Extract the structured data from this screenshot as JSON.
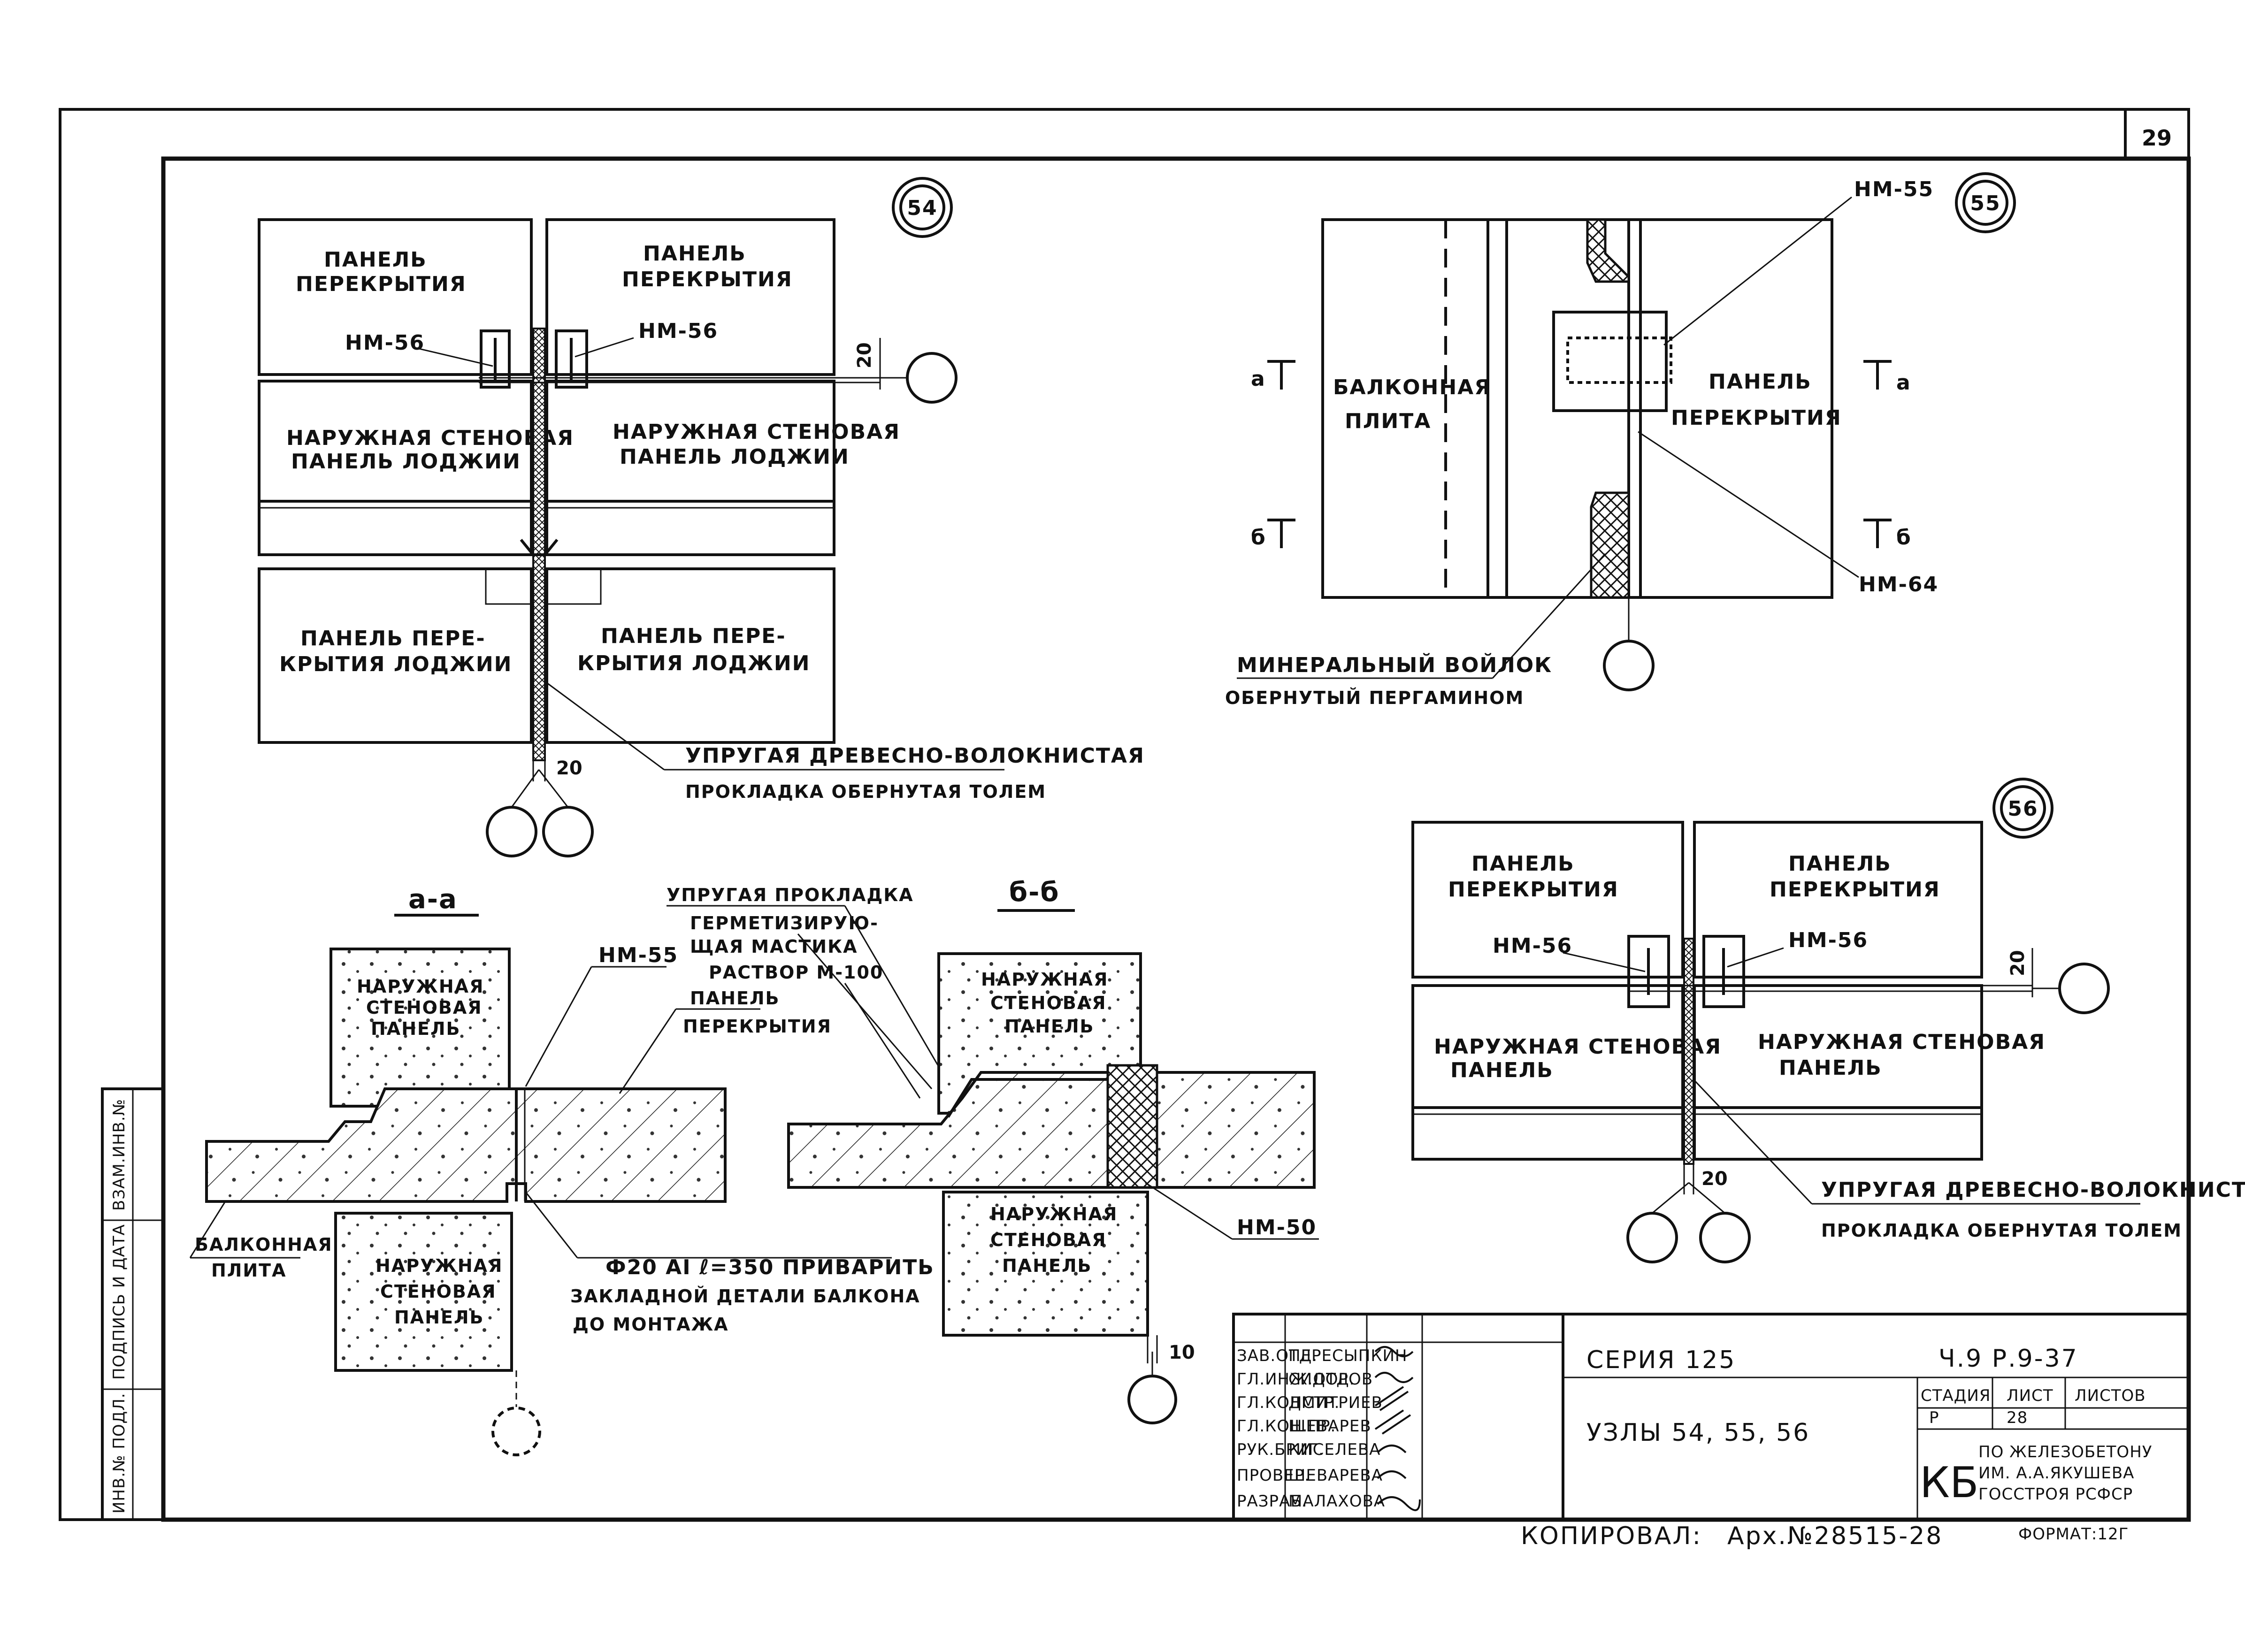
{
  "sheet": {
    "page_number": "29"
  },
  "node54": {
    "marker": "54",
    "panel_tl": [
      "ПАНЕЛЬ",
      "ПЕРЕКРЫТИЯ"
    ],
    "panel_tr": [
      "ПАНЕЛЬ",
      "ПЕРЕКРЫТИЯ"
    ],
    "nm_left": "НМ-56",
    "nm_right": "НМ-56",
    "wall_left": [
      "НАРУЖНАЯ СТЕНОВАЯ",
      "ПАНЕЛЬ ЛОДЖИИ"
    ],
    "wall_right": [
      "НАРУЖНАЯ СТЕНОВАЯ",
      "ПАНЕЛЬ ЛОДЖИИ"
    ],
    "slab_left": [
      "ПАНЕЛЬ ПЕРЕ-",
      "КРЫТИЯ ЛОДЖИИ"
    ],
    "slab_right": [
      "ПАНЕЛЬ ПЕРЕ-",
      "КРЫТИЯ ЛОДЖИИ"
    ],
    "dim_side": "20",
    "dim_bottom": "20",
    "note": [
      "УПРУГАЯ ДРЕВЕСНО-ВОЛОКНИСТАЯ",
      "ПРОКЛАДКА ОБЕРНУТАЯ ТОЛЕМ"
    ]
  },
  "node55": {
    "marker": "55",
    "balcony": [
      "БАЛКОННАЯ",
      "ПЛИТА"
    ],
    "panel": [
      "ПАНЕЛЬ",
      "ПЕРЕКРЫТИЯ"
    ],
    "nm_top": "НМ-55",
    "nm_bottom": "НМ-64",
    "cut_a": "а",
    "cut_b": "б",
    "note": [
      "МИНЕРАЛЬНЫЙ ВОЙЛОК",
      "ОБЕРНУТЫЙ ПЕРГАМИНОМ"
    ]
  },
  "node56": {
    "marker": "56",
    "panel_tl": [
      "ПАНЕЛЬ",
      "ПЕРЕКРЫТИЯ"
    ],
    "panel_tr": [
      "ПАНЕЛЬ",
      "ПЕРЕКРЫТИЯ"
    ],
    "nm_left": "НМ-56",
    "nm_right": "НМ-56",
    "wall_left": [
      "НАРУЖНАЯ СТЕНОВАЯ",
      "ПАНЕЛЬ"
    ],
    "wall_right": [
      "НАРУЖНАЯ СТЕНОВАЯ",
      "ПАНЕЛЬ"
    ],
    "dim_side": "20",
    "dim_bottom": "20",
    "note": [
      "УПРУГАЯ ДРЕВЕСНО-ВОЛОКНИСТАЯ",
      "ПРОКЛАДКА ОБЕРНУТАЯ ТОЛЕМ"
    ]
  },
  "section_aa": {
    "title": "а-а",
    "wall_top": [
      "НАРУЖНАЯ",
      "СТЕНОВАЯ",
      "ПАНЕЛЬ"
    ],
    "wall_bottom": [
      "НАРУЖНАЯ",
      "СТЕНОВАЯ",
      "ПАНЕЛЬ"
    ],
    "nm": "НМ-55",
    "slab_label": [
      "ПАНЕЛЬ",
      "ПЕРЕКРЫТИЯ"
    ],
    "balcony": [
      "БАЛКОННАЯ",
      "ПЛИТА"
    ],
    "rebar_note": [
      "Ф20 АI  ℓ=350 ПРИВАРИТЬ К",
      "ЗАКЛАДНОЙ ДЕТАЛИ БАЛКОНА",
      "ДО МОНТАЖА"
    ]
  },
  "section_bb": {
    "title": "б-б",
    "callouts": [
      "УПРУГАЯ ПРОКЛАДКА",
      "ГЕРМЕТИЗИРУЮ-",
      "ЩАЯ МАСТИКА",
      "РАСТВОР М-100"
    ],
    "wall_top": [
      "НАРУЖНАЯ",
      "СТЕНОВАЯ",
      "ПАНЕЛЬ"
    ],
    "wall_bottom": [
      "НАРУЖНАЯ",
      "СТЕНОВАЯ",
      "ПАНЕЛЬ"
    ],
    "nm": "НМ-50",
    "dim": "10"
  },
  "side_stamp": [
    "ВЗАМ.ИНВ.№",
    "ПОДПИСЬ И ДАТА",
    "ИНВ.№ ПОДЛ."
  ],
  "title_block": {
    "roles": [
      "ЗАВ.ОТД.",
      "ГЛ.ИНЖ.ОТД.",
      "ГЛ.КОНСТР.",
      "ГЛ.КОН.ПР.",
      "РУК.БРИГ.",
      "ПРОВЕР.",
      "РАЗРАБ."
    ],
    "names": [
      "ПЕРЕСЫПКИН",
      "СИДОРОВ",
      "ДМИТРИЕВ",
      "ШЕВАРЕВ",
      "КИСЕЛЕВА",
      "ШЕВАРЕВА",
      "МАЛАХОВА"
    ],
    "series": "СЕРИЯ 125",
    "code": "Ч.9 Р.9-37",
    "subject": "УЗЛЫ      54, 55, 56",
    "stage_head": [
      "СТАДИЯ",
      "ЛИСТ",
      "ЛИСТОВ"
    ],
    "stage_vals": [
      "Р",
      "28",
      ""
    ],
    "org_logo": "КБ",
    "org": [
      "ПО ЖЕЛЕЗОБЕТОНУ",
      "ИМ. А.А.ЯКУШЕВА",
      "ГОССТРОЯ  РСФСР"
    ],
    "copied": "КОПИРОВАЛ:",
    "archive": "Арх.№28515-28",
    "format": "ФОРМАТ:12Г"
  }
}
